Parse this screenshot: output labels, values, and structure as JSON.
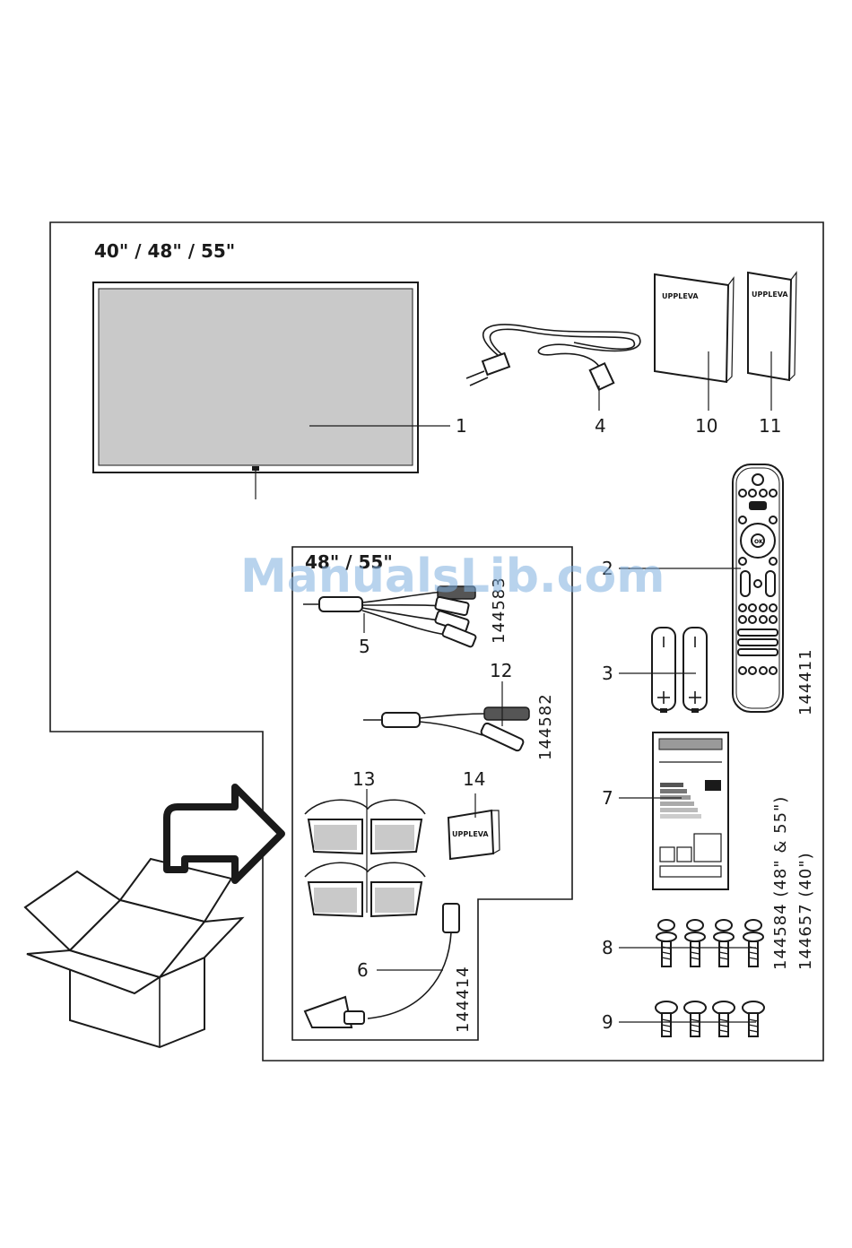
{
  "header": {
    "sizes_all": "40\" / 48\" / 55\"",
    "sizes_large": "48\" / 55\""
  },
  "callouts": {
    "tv": "1",
    "remote": "2",
    "batteries": "3",
    "power_cord": "4",
    "av_adapter": "5",
    "scart_adapter": "6",
    "energy_label": "7",
    "screws_a": "8",
    "screws_b": "9",
    "manual_large": "10",
    "manual_small": "11",
    "audio_adapter": "12",
    "glasses": "13",
    "glasses_leaflet": "14"
  },
  "article_numbers": {
    "av_adapter": "144583",
    "audio_adapter": "144582",
    "scart_adapter": "144414",
    "remote": "144411",
    "screws_a": "144584 (48\" & 55\")",
    "screws_b": "144657 (40\")"
  },
  "manual_titles": {
    "manual_large": "UPPLEVA",
    "manual_small": "UPPLEVA",
    "glasses_leaflet": "UPPLEVA"
  },
  "remote_text": {
    "ok": "OK"
  },
  "watermark": "ManualsLib.com",
  "colors": {
    "line": "#1a1a1a",
    "screen": "#c9c9c9",
    "background": "#ffffff",
    "watermark": "#7fb0e0"
  }
}
